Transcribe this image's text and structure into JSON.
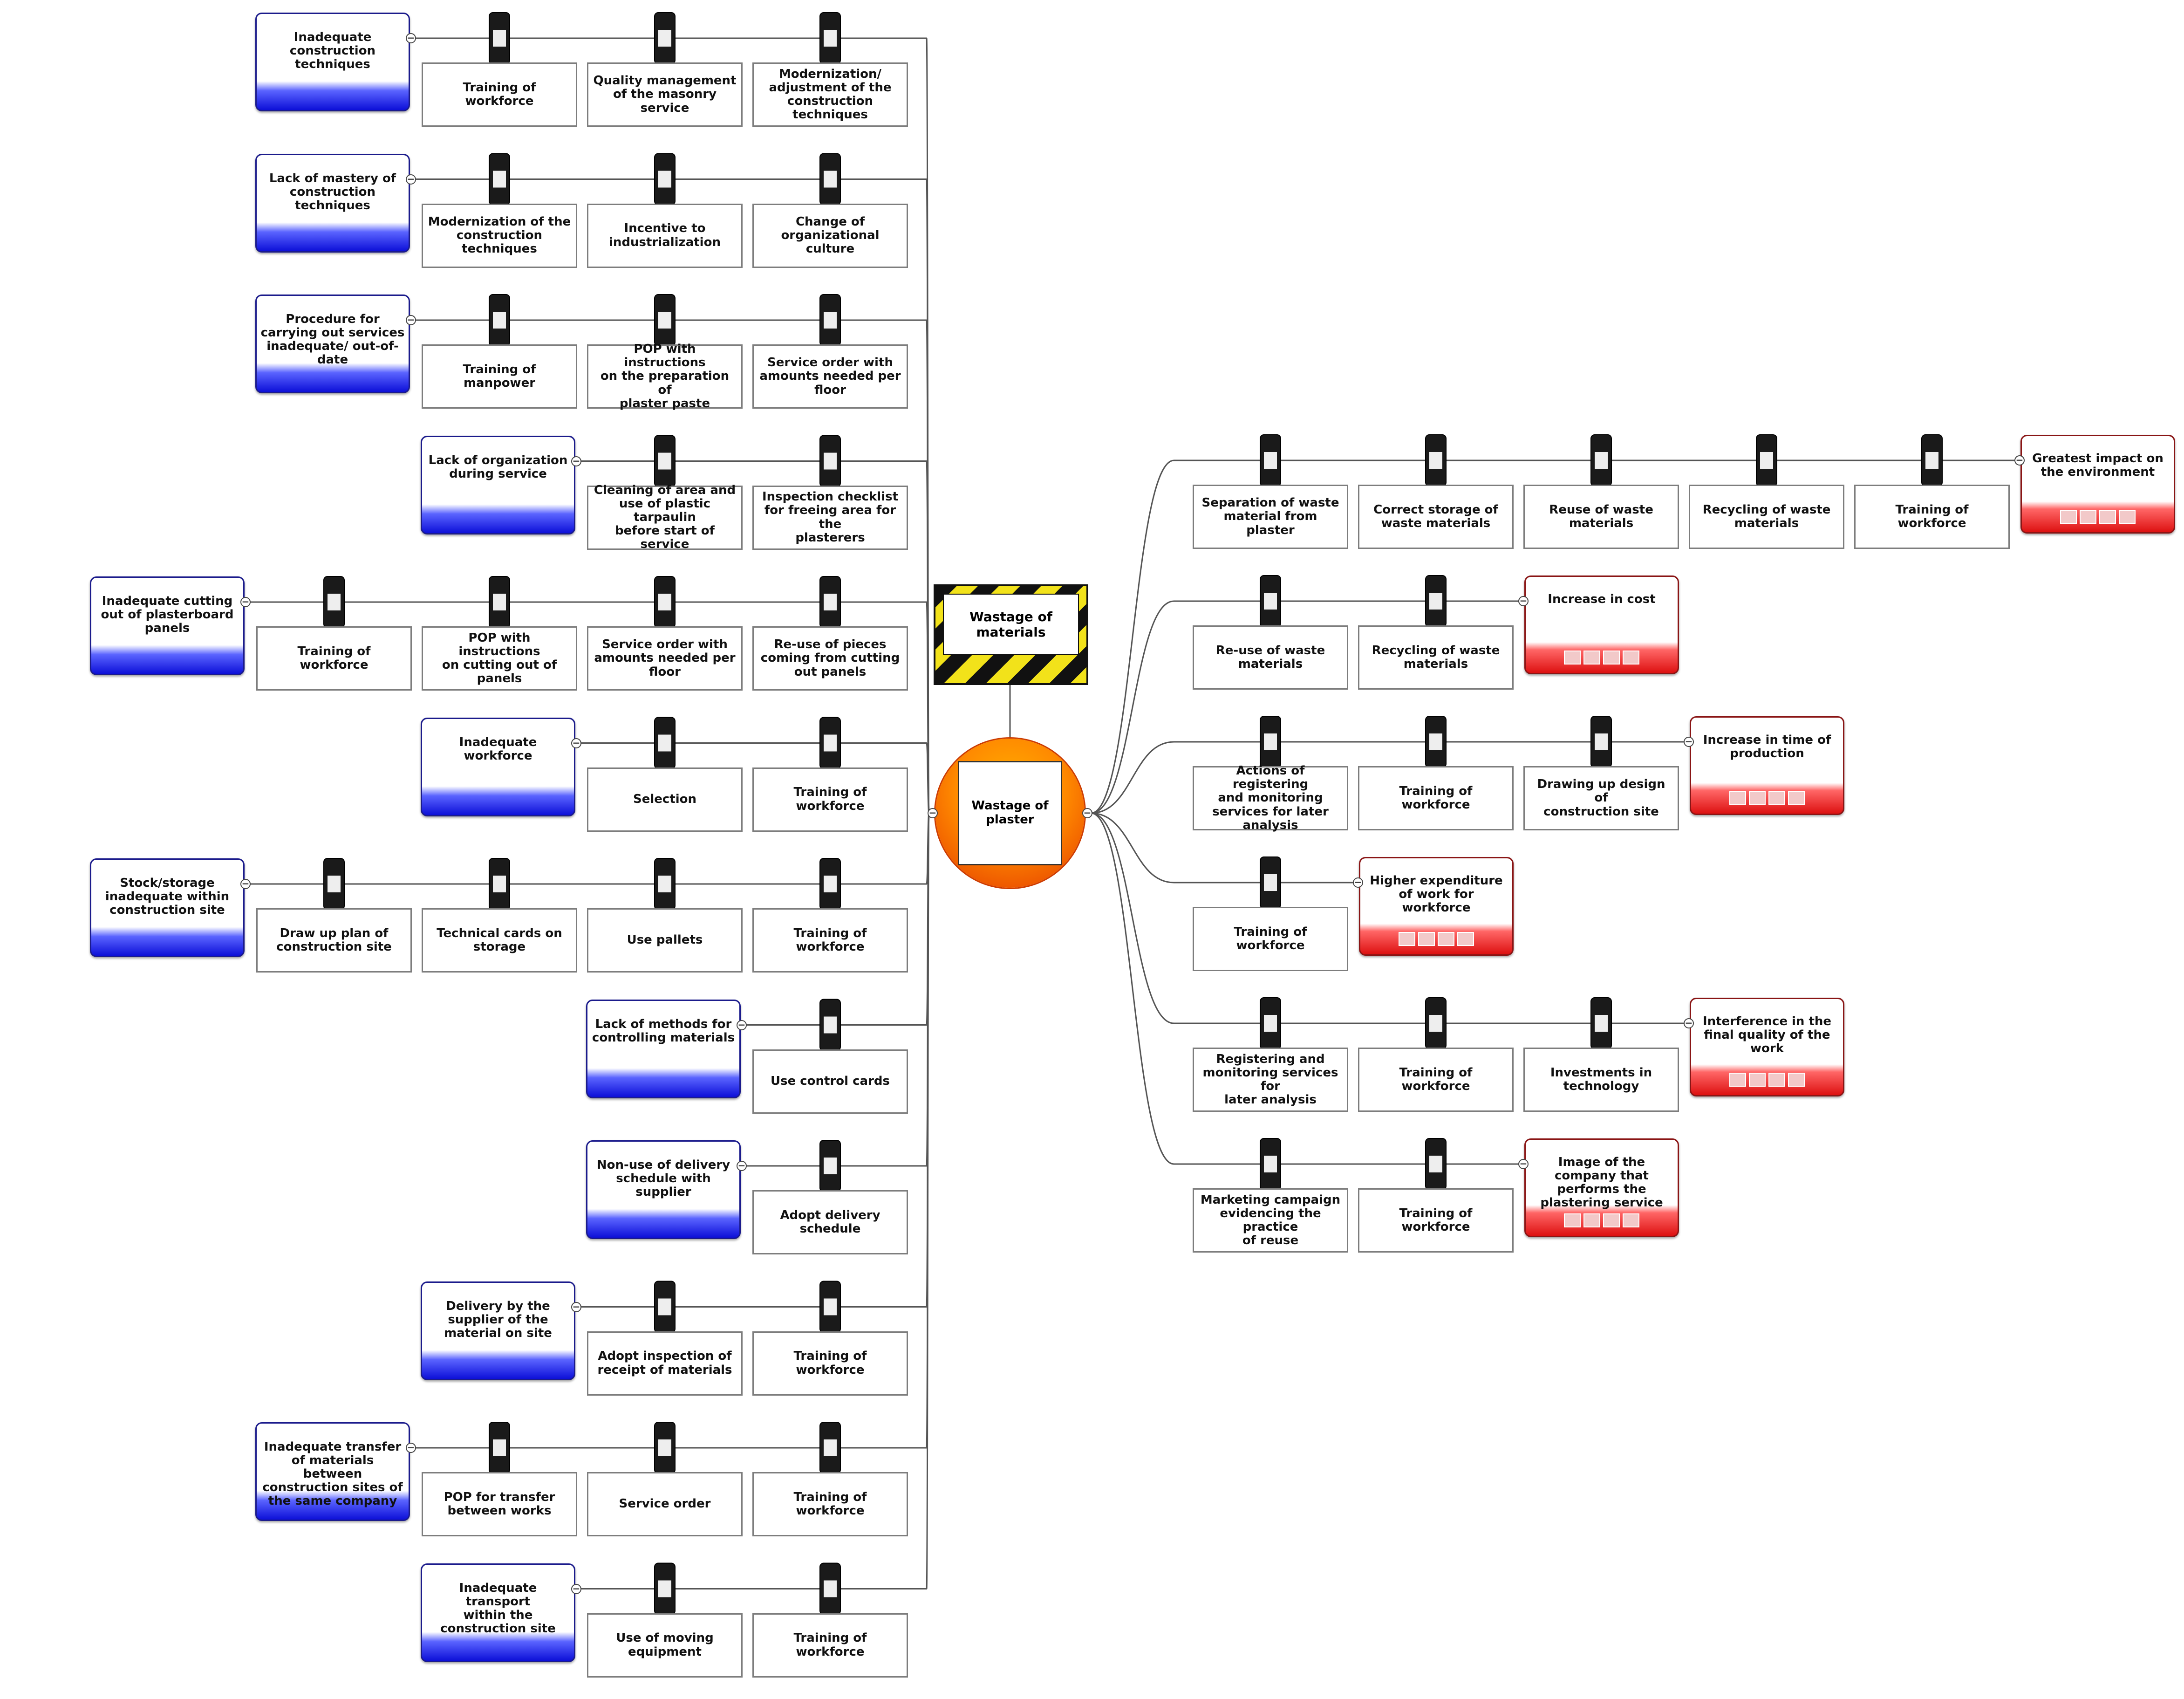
{
  "hazard": {
    "label": "Wastage of materials"
  },
  "top_event": {
    "label": "Wastage of\nplaster"
  },
  "threats": [
    {
      "label": "Inadequate\nconstruction\ntechniques",
      "barriers": [
        "Training of workforce",
        "Quality management\nof the masonry service",
        "Modernization/\nadjustment of the\nconstruction\ntechniques"
      ]
    },
    {
      "label": "Lack of mastery of\nconstruction\ntechniques",
      "barriers": [
        "Modernization of the\nconstruction\ntechniques",
        "Incentive to\nindustrialization",
        "Change of\norganizational culture"
      ]
    },
    {
      "label": "Procedure for\ncarrying out services\ninadequate/ out-of-\ndate",
      "barriers": [
        "Training of manpower",
        "POP with instructions\non the preparation of\nplaster paste",
        "Service order with\namounts needed per\nfloor"
      ]
    },
    {
      "label": "Lack of organization\nduring service",
      "barriers": [
        "Cleaning of area and\nuse of plastic tarpaulin\nbefore start of service",
        "Inspection checklist\nfor freeing area for the\nplasterers"
      ]
    },
    {
      "label": "Inadequate cutting\nout of plasterboard\npanels",
      "barriers": [
        "Training of workforce",
        "POP with instructions\non cutting out of\npanels",
        "Service order with\namounts needed per\nfloor",
        "Re-use of pieces\ncoming from cutting\nout panels"
      ]
    },
    {
      "label": "Inadequate\nworkforce",
      "barriers": [
        "Selection",
        "Training of workforce"
      ]
    },
    {
      "label": "Stock/storage\ninadequate within\nconstruction site",
      "barriers": [
        "Draw up plan of\nconstruction site",
        "Technical cards on\nstorage",
        "Use pallets",
        "Training of workforce"
      ]
    },
    {
      "label": "Lack of methods for\ncontrolling materials",
      "barriers": [
        "Use control cards"
      ]
    },
    {
      "label": "Non-use of delivery\nschedule with\nsupplier",
      "barriers": [
        "Adopt delivery\nschedule"
      ]
    },
    {
      "label": "Delivery by the\nsupplier of the\nmaterial on site",
      "barriers": [
        "Adopt inspection of\nreceipt of materials",
        "Training of workforce"
      ]
    },
    {
      "label": "Inadequate transfer\nof materials between\nconstruction sites of\nthe same company",
      "barriers": [
        "POP for transfer\nbetween works",
        "Service order",
        "Training of workforce"
      ]
    },
    {
      "label": "Inadequate transport\nwithin the\nconstruction site",
      "barriers": [
        "Use of moving\nequipment",
        "Training of workforce"
      ]
    }
  ],
  "consequences": [
    {
      "label": "Greatest impact on\nthe environment",
      "barriers": [
        "Separation of waste\nmaterial from plaster",
        "Correct storage of\nwaste materials",
        "Reuse of waste\nmaterials",
        "Recycling of waste\nmaterials",
        "Training of workforce"
      ]
    },
    {
      "label": "Increase in cost",
      "barriers": [
        "Re-use of waste\nmaterials",
        "Recycling of waste\nmaterials"
      ]
    },
    {
      "label": "Increase in time of\nproduction",
      "barriers": [
        "Actions of registering\nand monitoring\nservices for later\nanalysis",
        "Training of workforce",
        "Drawing up design of\nconstruction site"
      ]
    },
    {
      "label": "Higher expenditure\nof work for\nworkforce",
      "barriers": [
        "Training of workforce"
      ]
    },
    {
      "label": "Interference in the\nfinal quality of the\nwork",
      "barriers": [
        "Registering and\nmonitoring services for\nlater analysis",
        "Training of workforce",
        "Investments in\ntechnology"
      ]
    },
    {
      "label": "Image of the\ncompany that\nperforms the\nplastering service",
      "barriers": [
        "Marketing campaign\nevidencing the practice\nof reuse",
        "Training of workforce"
      ]
    }
  ],
  "colors": {
    "threat": "#0d10d8",
    "consequence": "#dd1111",
    "event": "#ff8a00",
    "hazard_stripe": "#f2e21a",
    "wire": "#555555"
  }
}
